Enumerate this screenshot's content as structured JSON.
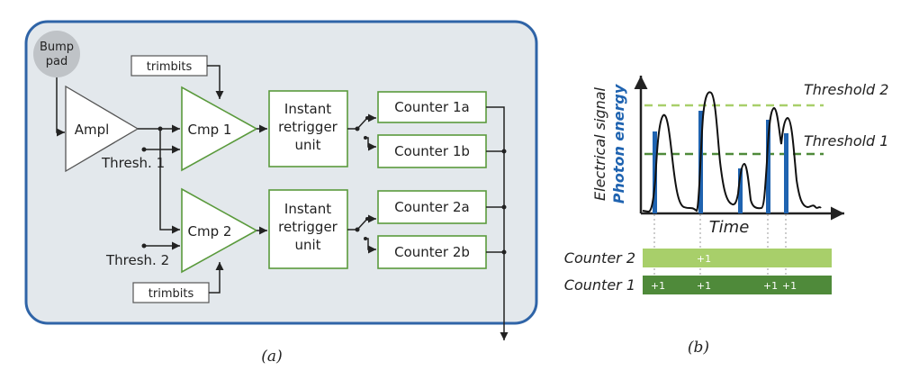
{
  "colors": {
    "panel_border": "#2f64a7",
    "panel_fill": "#e3e8ec",
    "green": "#5a9a3c",
    "green_light": "#a8cf6a",
    "green_dark": "#4f8a3a",
    "blue": "#1f63b0",
    "black": "#222222"
  },
  "panel_a": {
    "bump_pad": [
      "Bump",
      "pad"
    ],
    "ampl": "Ampl",
    "cmp1": "Cmp 1",
    "cmp2": "Cmp 2",
    "trimbits_top": "trimbits",
    "trimbits_bottom": "trimbits",
    "thresh1": "Thresh. 1",
    "thresh2": "Thresh. 2",
    "retrigger1": [
      "Instant",
      "retrigger",
      "unit"
    ],
    "retrigger2": [
      "Instant",
      "retrigger",
      "unit"
    ],
    "counter1a": "Counter 1a",
    "counter1b": "Counter 1b",
    "counter2a": "Counter 2a",
    "counter2b": "Counter 2b",
    "caption": "(a)"
  },
  "panel_b": {
    "ylabel_line1": "Electrical signal",
    "ylabel_line2": "Photon energy",
    "xlabel": "Time",
    "threshold2": "Threshold 2",
    "threshold1": "Threshold 1",
    "counter2_label": "Counter 2",
    "counter1_label": "Counter 1",
    "counter2_marks": [
      "+1"
    ],
    "counter1_marks": [
      "+1",
      "+1",
      "+1",
      "+1"
    ],
    "caption": "(b)"
  }
}
